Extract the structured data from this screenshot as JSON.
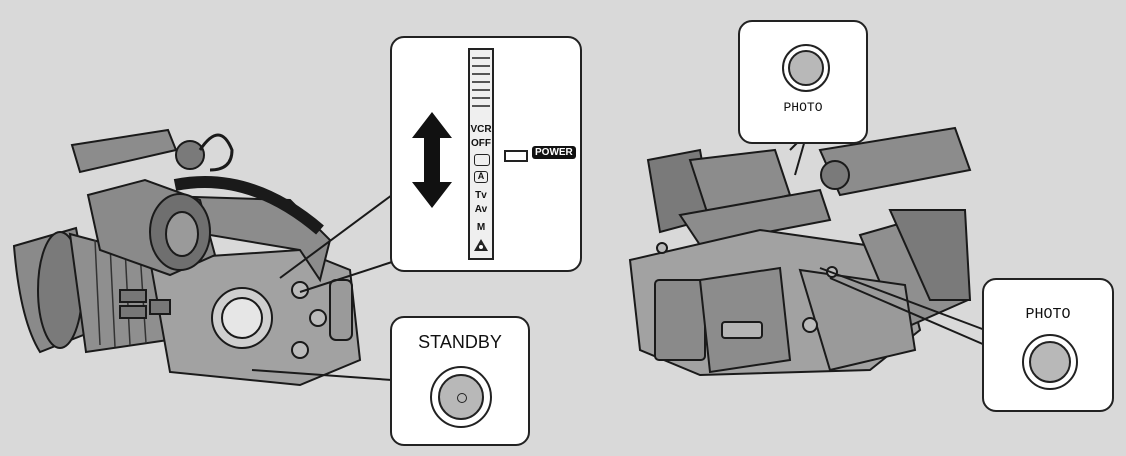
{
  "power_switch": {
    "positions": [
      "VCR",
      "OFF",
      "A",
      "Tv",
      "Av",
      "M"
    ],
    "power_label": "POWER"
  },
  "standby": {
    "label": "STANDBY"
  },
  "photo_top": {
    "label": "PHOTO"
  },
  "photo_side": {
    "label": "PHOTO"
  },
  "colors": {
    "background": "#d9d9d9",
    "button_fill": "#b8b8b8",
    "outline": "#222222"
  }
}
